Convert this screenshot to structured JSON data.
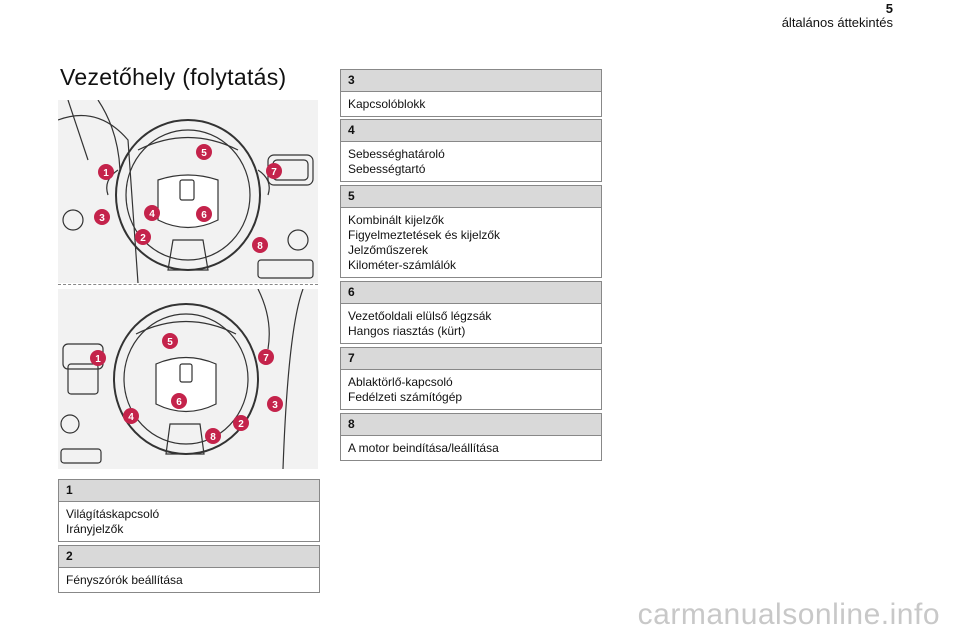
{
  "header": {
    "page_number": "5",
    "section": "általános áttekintés"
  },
  "page_title": "Vezetőhely (folytatás)",
  "figure_callouts": [
    "1",
    "2",
    "3",
    "4",
    "5",
    "6",
    "7",
    "8"
  ],
  "items": [
    {
      "num": "1",
      "lines": [
        "Világításkapcsoló",
        "Irányjelzők"
      ]
    },
    {
      "num": "2",
      "lines": [
        "Fényszórók beállítása"
      ]
    },
    {
      "num": "3",
      "lines": [
        "Kapcsolóblokk"
      ]
    },
    {
      "num": "4",
      "lines": [
        "Sebességhatároló",
        "Sebességtartó"
      ]
    },
    {
      "num": "5",
      "lines": [
        "Kombinált kijelzők",
        "Figyelmeztetések és kijelzők",
        "Jelzőműszerek",
        "Kilométer-számlálók"
      ]
    },
    {
      "num": "6",
      "lines": [
        "Vezetőoldali elülső légzsák",
        "Hangos riasztás (kürt)"
      ]
    },
    {
      "num": "7",
      "lines": [
        "Ablaktörlő-kapcsoló",
        "Fedélzeti számítógép"
      ]
    },
    {
      "num": "8",
      "lines": [
        "A motor beindítása/leállítása"
      ]
    }
  ],
  "watermark": "carmanualsonline.info",
  "colors": {
    "callout": "#c4234b",
    "header_bg": "#d9d9d9",
    "border": "#888888"
  }
}
